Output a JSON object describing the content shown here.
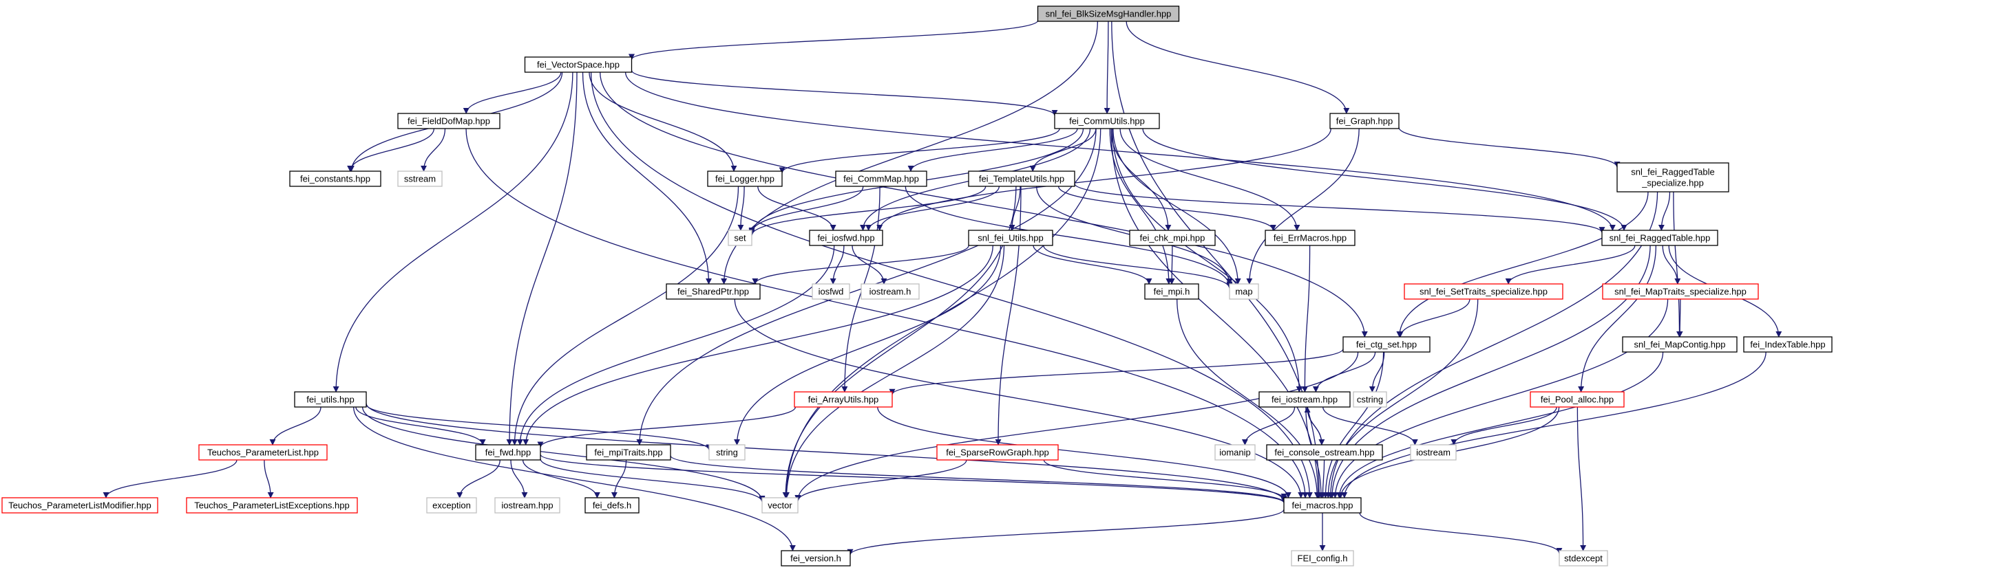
{
  "colors": {
    "edge": "#191970",
    "root_fill": "#bfbfbf",
    "local_border": "#000000",
    "external_border": "#bfbfbf",
    "incomplete_border": "#ff0000",
    "text": "#000000"
  },
  "nodes": [
    {
      "id": "root",
      "label": "snl_fei_BlkSizeMsgHandler.hpp",
      "kind": "root"
    },
    {
      "id": "vectorspace",
      "label": "fei_VectorSpace.hpp",
      "kind": "local"
    },
    {
      "id": "fielddofmap",
      "label": "fei_FieldDofMap.hpp",
      "kind": "local"
    },
    {
      "id": "constants",
      "label": "fei_constants.hpp",
      "kind": "local"
    },
    {
      "id": "sstream",
      "label": "sstream",
      "kind": "external"
    },
    {
      "id": "commutils",
      "label": "fei_CommUtils.hpp",
      "kind": "local"
    },
    {
      "id": "graph",
      "label": "fei_Graph.hpp",
      "kind": "local"
    },
    {
      "id": "logger",
      "label": "fei_Logger.hpp",
      "kind": "local"
    },
    {
      "id": "commmap",
      "label": "fei_CommMap.hpp",
      "kind": "local"
    },
    {
      "id": "templateutils",
      "label": "fei_TemplateUtils.hpp",
      "kind": "local"
    },
    {
      "id": "raggedspec",
      "label": "snl_fei_RaggedTable\n_specialize.hpp",
      "kind": "local"
    },
    {
      "id": "set",
      "label": "set",
      "kind": "external"
    },
    {
      "id": "iosfwd",
      "label": "fei_iosfwd.hpp",
      "kind": "local"
    },
    {
      "id": "utils2",
      "label": "snl_fei_Utils.hpp",
      "kind": "local"
    },
    {
      "id": "chkmpi",
      "label": "fei_chk_mpi.hpp",
      "kind": "local"
    },
    {
      "id": "errmacros",
      "label": "fei_ErrMacros.hpp",
      "kind": "local"
    },
    {
      "id": "ragged",
      "label": "snl_fei_RaggedTable.hpp",
      "kind": "local"
    },
    {
      "id": "iosfwdstd",
      "label": "iosfwd",
      "kind": "external"
    },
    {
      "id": "iostreamh",
      "label": "iostream.h",
      "kind": "external"
    },
    {
      "id": "sharedptr",
      "label": "fei_SharedPtr.hpp",
      "kind": "local"
    },
    {
      "id": "mpih",
      "label": "fei_mpi.h",
      "kind": "local"
    },
    {
      "id": "map",
      "label": "map",
      "kind": "external"
    },
    {
      "id": "settraits",
      "label": "snl_fei_SetTraits_specialize.hpp",
      "kind": "incomplete"
    },
    {
      "id": "maptraits",
      "label": "snl_fei_MapTraits_specialize.hpp",
      "kind": "incomplete"
    },
    {
      "id": "ctgset",
      "label": "fei_ctg_set.hpp",
      "kind": "local"
    },
    {
      "id": "mapcontig",
      "label": "snl_fei_MapContig.hpp",
      "kind": "local"
    },
    {
      "id": "indextable",
      "label": "fei_IndexTable.hpp",
      "kind": "local"
    },
    {
      "id": "cstring",
      "label": "cstring",
      "kind": "external"
    },
    {
      "id": "utils",
      "label": "fei_utils.hpp",
      "kind": "local"
    },
    {
      "id": "arrayutils",
      "label": "fei_ArrayUtils.hpp",
      "kind": "incomplete"
    },
    {
      "id": "feiiostream",
      "label": "fei_iostream.hpp",
      "kind": "local"
    },
    {
      "id": "poolalloc",
      "label": "fei_Pool_alloc.hpp",
      "kind": "incomplete"
    },
    {
      "id": "paramlist",
      "label": "Teuchos_ParameterList.hpp",
      "kind": "incomplete"
    },
    {
      "id": "fwd",
      "label": "fei_fwd.hpp",
      "kind": "local"
    },
    {
      "id": "string",
      "label": "string",
      "kind": "external"
    },
    {
      "id": "mpitraits",
      "label": "fei_mpiTraits.hpp",
      "kind": "local"
    },
    {
      "id": "sparserow",
      "label": "fei_SparseRowGraph.hpp",
      "kind": "incomplete"
    },
    {
      "id": "iomanip",
      "label": "iomanip",
      "kind": "external"
    },
    {
      "id": "consoleostream",
      "label": "fei_console_ostream.hpp",
      "kind": "local"
    },
    {
      "id": "iostream",
      "label": "iostream",
      "kind": "external"
    },
    {
      "id": "plmodifier",
      "label": "Teuchos_ParameterListModifier.hpp",
      "kind": "incomplete"
    },
    {
      "id": "plexceptions",
      "label": "Teuchos_ParameterListExceptions.hpp",
      "kind": "incomplete"
    },
    {
      "id": "exception",
      "label": "exception",
      "kind": "external"
    },
    {
      "id": "iostreamhpp",
      "label": "iostream.hpp",
      "kind": "external"
    },
    {
      "id": "defs",
      "label": "fei_defs.h",
      "kind": "local"
    },
    {
      "id": "vector",
      "label": "vector",
      "kind": "external"
    },
    {
      "id": "macros",
      "label": "fei_macros.hpp",
      "kind": "local"
    },
    {
      "id": "version",
      "label": "fei_version.h",
      "kind": "local"
    },
    {
      "id": "feiconfig",
      "label": "FEI_config.h",
      "kind": "external"
    },
    {
      "id": "stdexcept",
      "label": "stdexcept",
      "kind": "external"
    }
  ],
  "edges": [
    [
      "root",
      "vectorspace"
    ],
    [
      "root",
      "commutils"
    ],
    [
      "root",
      "graph"
    ],
    [
      "root",
      "sharedptr"
    ],
    [
      "root",
      "macros"
    ],
    [
      "vectorspace",
      "fielddofmap"
    ],
    [
      "vectorspace",
      "constants"
    ],
    [
      "vectorspace",
      "commutils"
    ],
    [
      "vectorspace",
      "logger"
    ],
    [
      "vectorspace",
      "utils"
    ],
    [
      "vectorspace",
      "fwd"
    ],
    [
      "vectorspace",
      "sharedptr"
    ],
    [
      "vectorspace",
      "ragged"
    ],
    [
      "vectorspace",
      "ctgset"
    ],
    [
      "vectorspace",
      "macros"
    ],
    [
      "fielddofmap",
      "constants"
    ],
    [
      "fielddofmap",
      "sstream"
    ],
    [
      "fielddofmap",
      "macros"
    ],
    [
      "commutils",
      "logger"
    ],
    [
      "commutils",
      "commmap"
    ],
    [
      "commutils",
      "templateutils"
    ],
    [
      "commutils",
      "set"
    ],
    [
      "commutils",
      "iosfwd"
    ],
    [
      "commutils",
      "chkmpi"
    ],
    [
      "commutils",
      "mpih"
    ],
    [
      "commutils",
      "errmacros"
    ],
    [
      "commutils",
      "ragged"
    ],
    [
      "commutils",
      "map"
    ],
    [
      "commutils",
      "mpitraits"
    ],
    [
      "commutils",
      "vector"
    ],
    [
      "commutils",
      "feiiostream"
    ],
    [
      "commutils",
      "macros"
    ],
    [
      "graph",
      "raggedspec"
    ],
    [
      "graph",
      "iosfwd"
    ],
    [
      "graph",
      "map"
    ],
    [
      "logger",
      "set"
    ],
    [
      "logger",
      "iosfwd"
    ],
    [
      "logger",
      "fwd"
    ],
    [
      "commmap",
      "set"
    ],
    [
      "commmap",
      "arrayutils"
    ],
    [
      "commmap",
      "map"
    ],
    [
      "templateutils",
      "set"
    ],
    [
      "templateutils",
      "iosfwd"
    ],
    [
      "templateutils",
      "utils2"
    ],
    [
      "templateutils",
      "map"
    ],
    [
      "templateutils",
      "errmacros"
    ],
    [
      "templateutils",
      "ragged"
    ],
    [
      "templateutils",
      "sparserow"
    ],
    [
      "templateutils",
      "vector"
    ],
    [
      "raggedspec",
      "ragged"
    ],
    [
      "raggedspec",
      "ctgset"
    ],
    [
      "raggedspec",
      "mapcontig"
    ],
    [
      "raggedspec",
      "macros"
    ],
    [
      "iosfwd",
      "iosfwdstd"
    ],
    [
      "iosfwd",
      "iostreamh"
    ],
    [
      "iosfwd",
      "fwd"
    ],
    [
      "utils2",
      "sharedptr"
    ],
    [
      "utils2",
      "mpih"
    ],
    [
      "utils2",
      "map"
    ],
    [
      "utils2",
      "fwd"
    ],
    [
      "utils2",
      "string"
    ],
    [
      "utils2",
      "vector"
    ],
    [
      "chkmpi",
      "mpih"
    ],
    [
      "errmacros",
      "feiiostream"
    ],
    [
      "ragged",
      "settraits"
    ],
    [
      "ragged",
      "maptraits"
    ],
    [
      "ragged",
      "poolalloc"
    ],
    [
      "ragged",
      "indextable"
    ],
    [
      "ragged",
      "macros"
    ],
    [
      "sharedptr",
      "macros"
    ],
    [
      "mpih",
      "macros"
    ],
    [
      "settraits",
      "ctgset"
    ],
    [
      "settraits",
      "macros"
    ],
    [
      "maptraits",
      "mapcontig"
    ],
    [
      "maptraits",
      "macros"
    ],
    [
      "ctgset",
      "cstring"
    ],
    [
      "ctgset",
      "arrayutils"
    ],
    [
      "ctgset",
      "feiiostream"
    ],
    [
      "ctgset",
      "vector"
    ],
    [
      "ctgset",
      "macros"
    ],
    [
      "mapcontig",
      "macros"
    ],
    [
      "indextable",
      "macros"
    ],
    [
      "utils",
      "paramlist"
    ],
    [
      "utils",
      "fwd"
    ],
    [
      "utils",
      "string"
    ],
    [
      "utils",
      "vector"
    ],
    [
      "utils",
      "version"
    ],
    [
      "utils",
      "macros"
    ],
    [
      "arrayutils",
      "fwd"
    ],
    [
      "arrayutils",
      "macros"
    ],
    [
      "feiiostream",
      "iomanip"
    ],
    [
      "feiiostream",
      "iostream"
    ],
    [
      "feiiostream",
      "consoleostream"
    ],
    [
      "feiiostream",
      "macros"
    ],
    [
      "consoleostream",
      "feiiostream"
    ],
    [
      "consoleostream",
      "macros"
    ],
    [
      "poolalloc",
      "iostream"
    ],
    [
      "poolalloc",
      "stdexcept"
    ],
    [
      "poolalloc",
      "macros"
    ],
    [
      "paramlist",
      "plmodifier"
    ],
    [
      "paramlist",
      "plexceptions"
    ],
    [
      "fwd",
      "exception"
    ],
    [
      "fwd",
      "iostreamhpp"
    ],
    [
      "fwd",
      "defs"
    ],
    [
      "fwd",
      "vector"
    ],
    [
      "fwd",
      "macros"
    ],
    [
      "mpitraits",
      "defs"
    ],
    [
      "mpitraits",
      "macros"
    ],
    [
      "sparserow",
      "vector"
    ],
    [
      "sparserow",
      "macros"
    ],
    [
      "macros",
      "version"
    ],
    [
      "macros",
      "feiconfig"
    ],
    [
      "macros",
      "stdexcept"
    ]
  ]
}
